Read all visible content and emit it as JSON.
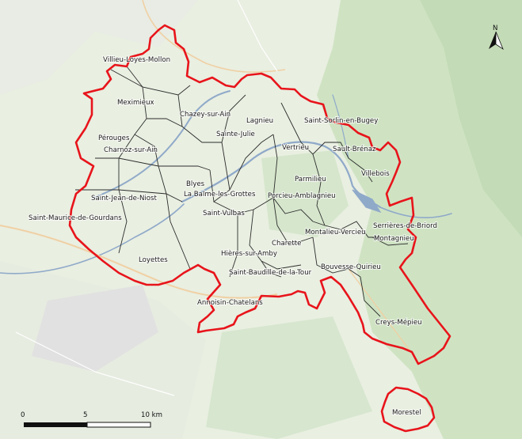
{
  "map": {
    "colors": {
      "boundary": "#e8141b",
      "commune_lines": "#2d2d2d",
      "river": "#8fa9c9",
      "forest": "#cfe3c3",
      "urban": "#ececec",
      "base": "#e9efe1"
    },
    "north_arrow": {
      "label": "N"
    },
    "scale_bar": {
      "labels": [
        "0",
        "5",
        "10 km"
      ]
    },
    "communes": [
      "Villieu-Loyes-Mollon",
      "Meximieux",
      "Chazey-sur-Ain",
      "Lagnieu",
      "Saint-Sorlin-en-Bugey",
      "Pérouges",
      "Sainte-Julie",
      "Charnoz-sur-Ain",
      "Vertrieu",
      "Sault-Brénaz",
      "Villebois",
      "Blyes",
      "Parmilieu",
      "La Balme-les-Grottes",
      "Saint-Jean-de-Niost",
      "Porcieu-Amblagnieu",
      "Saint-Maurice-de-Gourdans",
      "Saint-Vulbas",
      "Serrières-de-Briord",
      "Montalieu-Vercieu",
      "Montagnieu",
      "Charette",
      "Loyettes",
      "Hières-sur-Amby",
      "Bouvesse-Quirieu",
      "Saint-Baudille-de-la-Tour",
      "Annoisin-Chatelans",
      "Creys-Mépieu",
      "Morestel"
    ]
  }
}
